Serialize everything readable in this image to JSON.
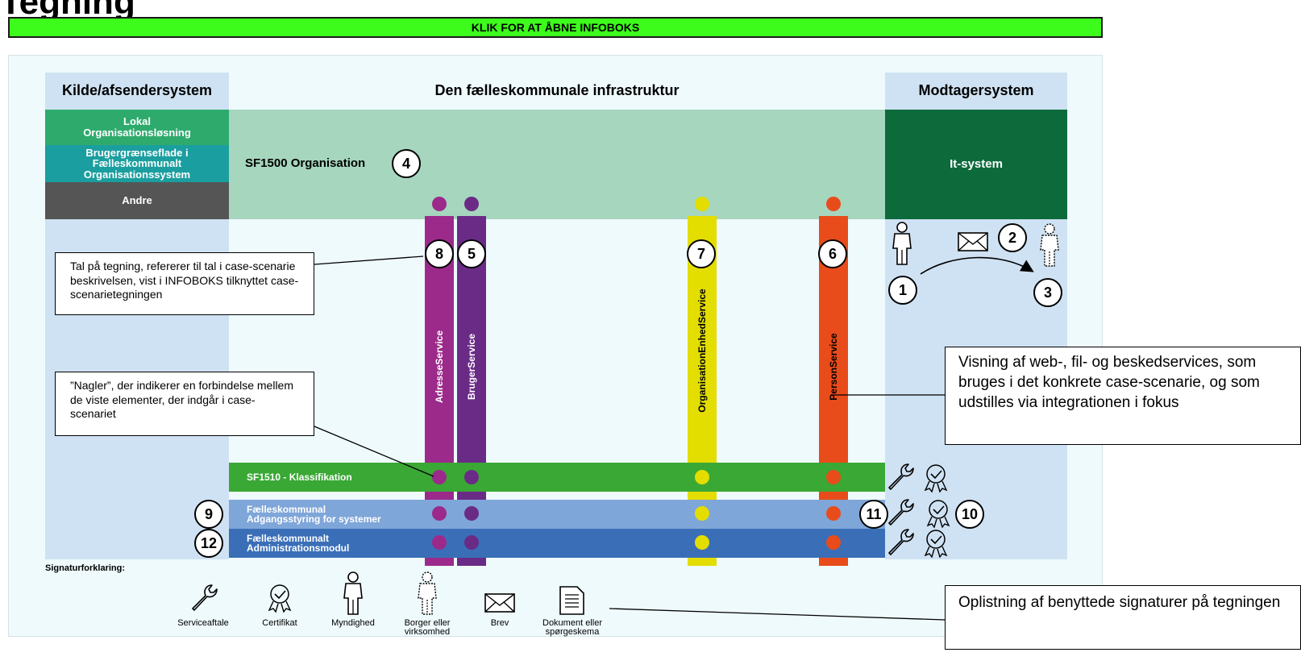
{
  "page": {
    "cut_title": "Tegning"
  },
  "info_button": {
    "label": "KLIK FOR AT ÅBNE INFOBOKS"
  },
  "columns": {
    "left": "Kilde/afsendersystem",
    "center": "Den fælleskommunale infrastruktur",
    "right": "Modtagersystem"
  },
  "sources": {
    "lokal": "Lokal Organisationsløsning",
    "bruger": "Brugergrænseflade i Fælleskommunalt Organisationssystem",
    "andre": "Andre"
  },
  "sf1500": {
    "label": "SF1500 Organisation",
    "num": "4"
  },
  "it_system": {
    "label": "It-system"
  },
  "services": [
    {
      "label": "AdresseService",
      "num": "8",
      "color": "#9b2a8a"
    },
    {
      "label": "BrugerService",
      "num": "5",
      "color": "#6a2b86"
    },
    {
      "label": "OrganisationEnhedService",
      "num": "7",
      "color": "#e3dd00"
    },
    {
      "label": "PersonService",
      "num": "6",
      "color": "#e84c1a"
    }
  ],
  "bands": {
    "klassifikation": "SF1510 - Klassifikation",
    "adgang": "Fælleskommunal Adgangsstyring for systemer",
    "admin": "Fælleskommunalt Administrationsmodul"
  },
  "band_nums": {
    "adgang": "9",
    "admin": "12",
    "service": "11",
    "cert": "10"
  },
  "receiver_nums": {
    "sender": "1",
    "letter": "2",
    "recipient": "3"
  },
  "callouts": {
    "tal": "Tal på tegning, refererer til tal i case-scenarie beskrivelsen, vist i INFOBOKS tilknyttet case-scenarietegningen",
    "nagler": "”Nagler”, der indikerer en forbindelse mellem de viste elementer, der indgår i case-scenariet",
    "visning": "Visning af web-, fil- og beskedservices, som bruges i det konkrete case-scenarie, og som udstilles via integrationen i fokus",
    "oplistning": "Oplistning af benyttede signaturer på tegningen"
  },
  "legend": {
    "title": "Signaturforklaring:",
    "items": [
      "Serviceaftale",
      "Certifikat",
      "Myndighed",
      "Borger eller virksomhed",
      "Brev",
      "Dokument eller spørgeskema"
    ]
  },
  "colors": {
    "info_button": "#3dfc1c",
    "klassifikation": "#3aa835",
    "adgang": "#7fa6d9",
    "admin": "#3a6fb8",
    "sf1500": "#a6d6be",
    "it_system": "#0d6b3b"
  }
}
